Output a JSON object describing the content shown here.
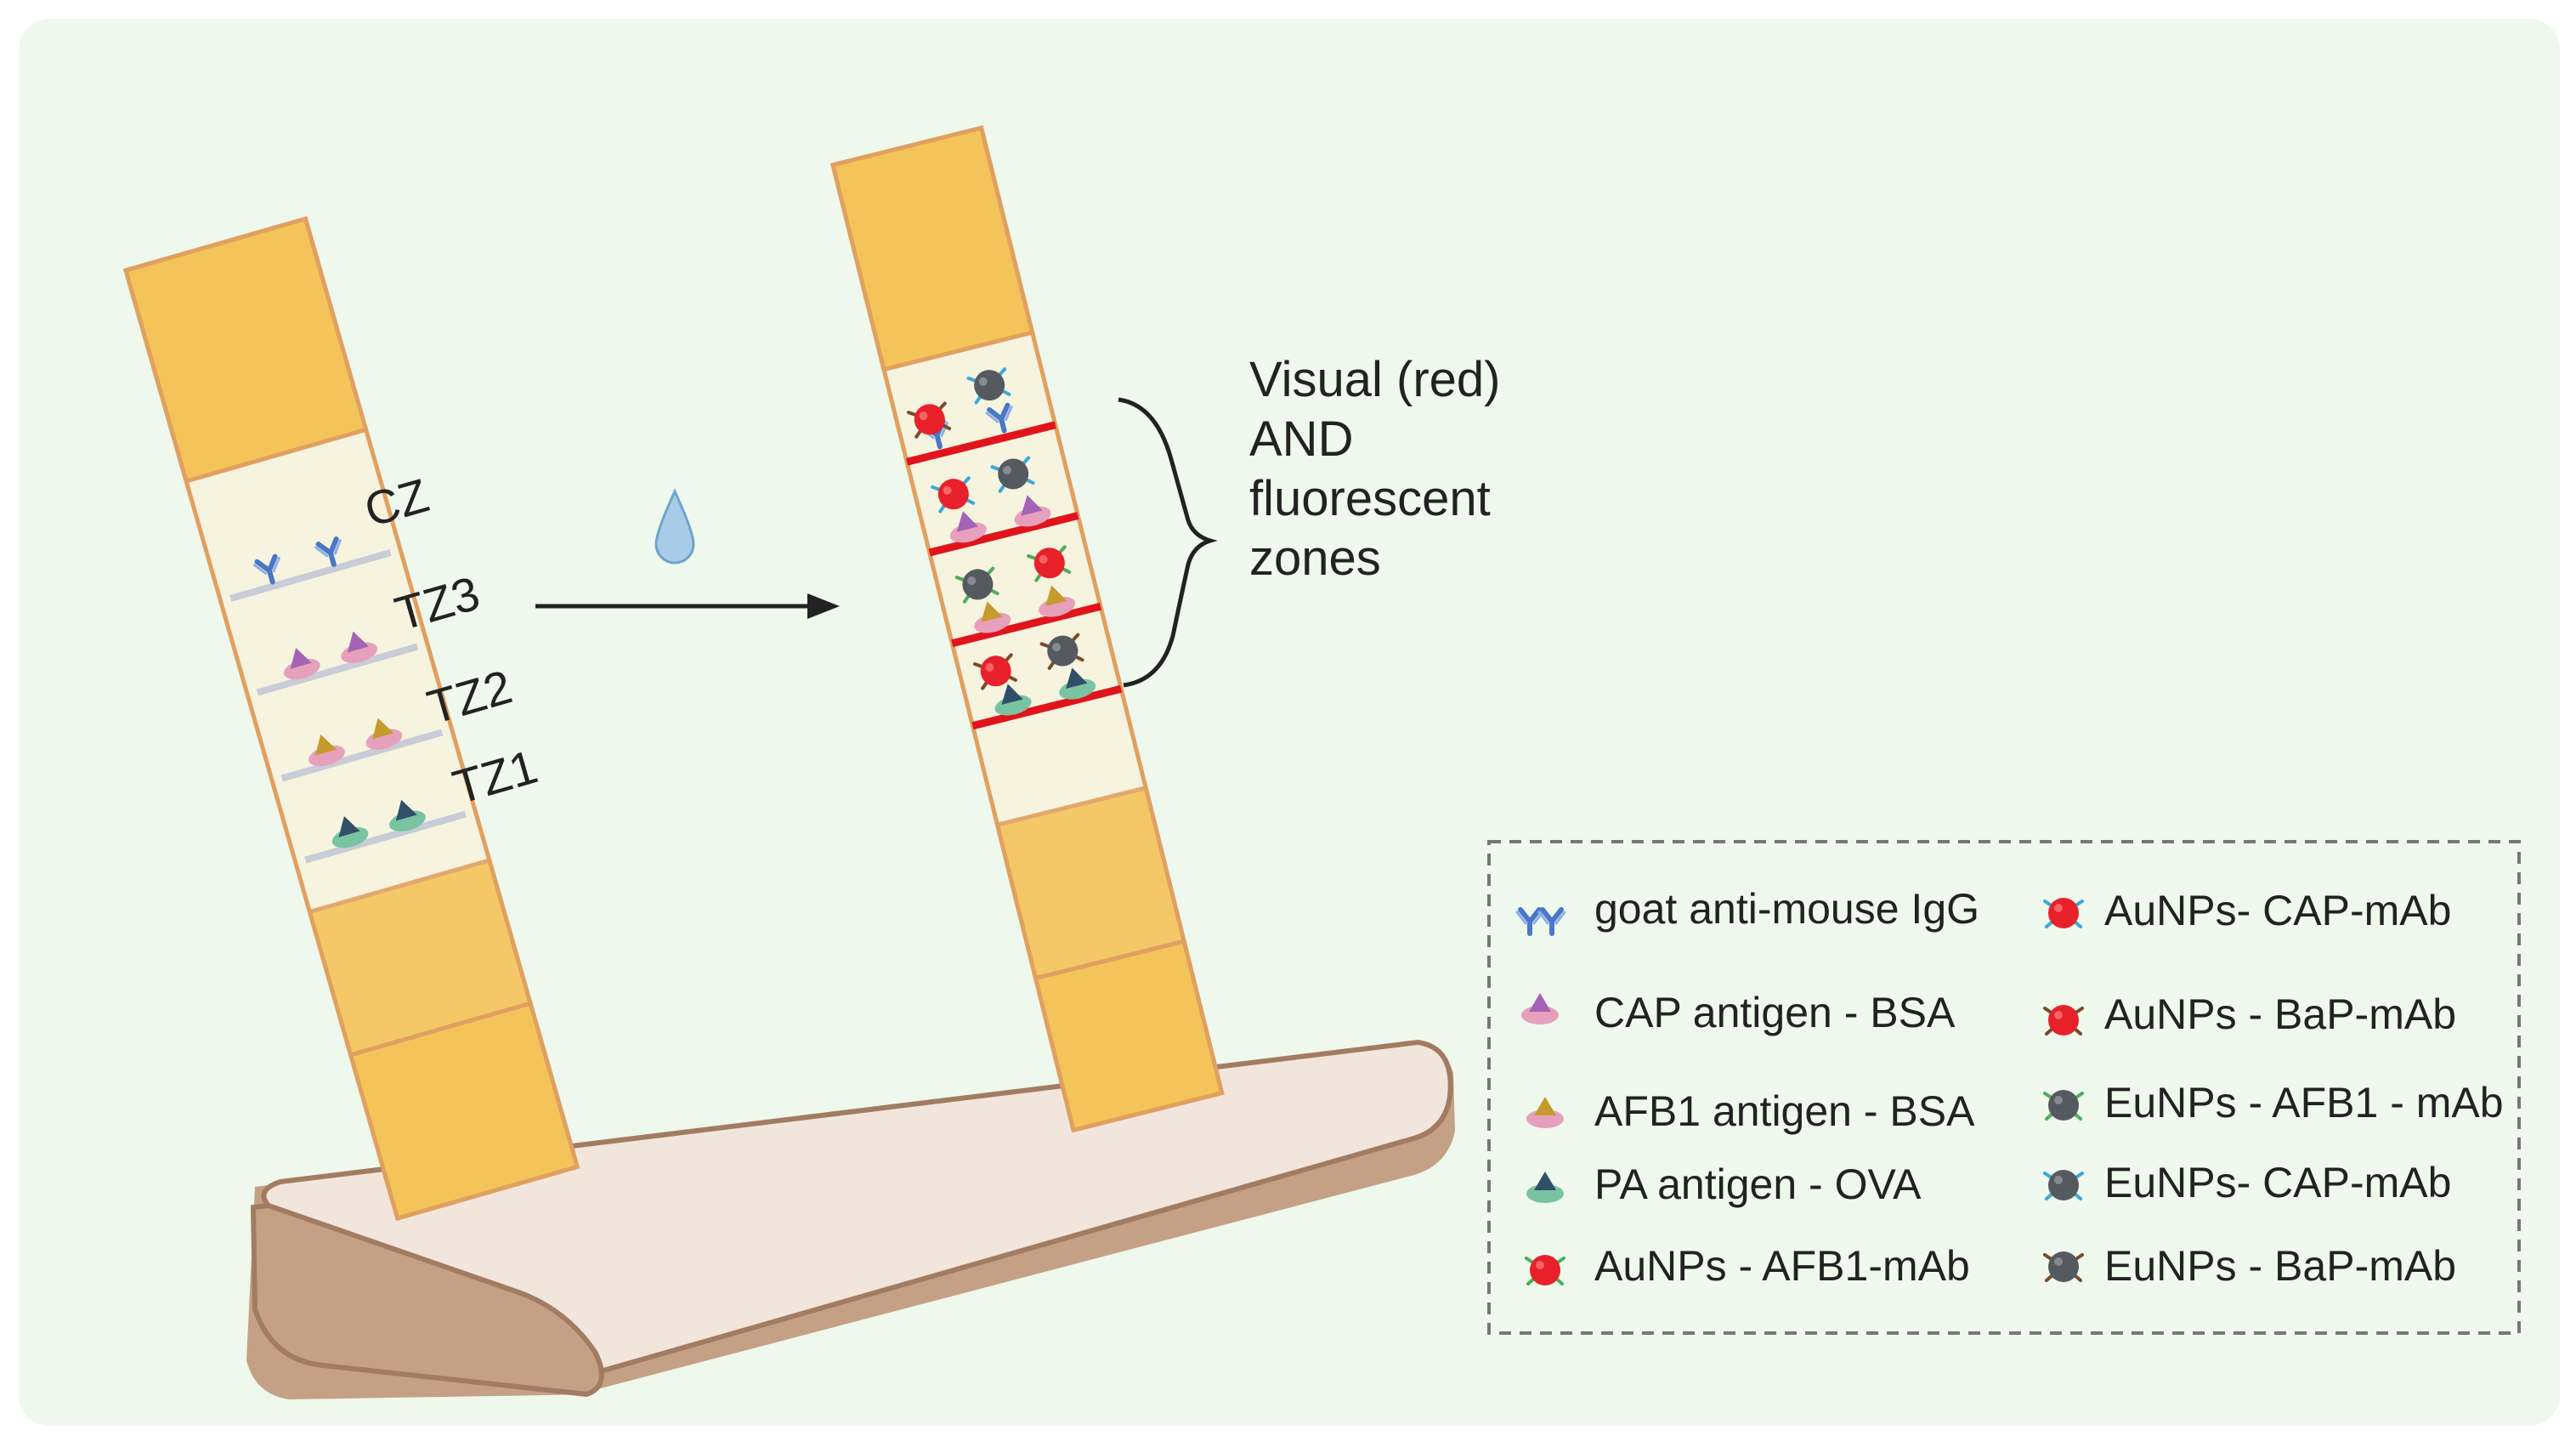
{
  "colors": {
    "panel": "#eef8ec",
    "pad": "#f4c45a",
    "pad_border": "#e0a060",
    "membrane": "#f6f3df",
    "base_top": "#f2e6dc",
    "base_side": "#c4a084",
    "test_line": "#e1141c",
    "au": "#e8202a",
    "eu": "#555a60",
    "igg": "#4a78c6",
    "cap": "#a463b3",
    "afb1": "#c69a2d",
    "pa": "#2f5068",
    "bsa": "#e6a0bc",
    "ova": "#78c4a0"
  },
  "strip_labels": {
    "cz": "CZ",
    "tz3": "TZ3",
    "tz2": "TZ2",
    "tz1": "TZ1"
  },
  "annotation": {
    "line1": "Visual (red)",
    "line2": "AND",
    "line3": "fluorescent",
    "line4": "zones"
  },
  "legend": [
    {
      "icon": "goat-anti-mouse-igg-icon",
      "label": "goat anti-mouse IgG"
    },
    {
      "icon": "aunps-cap-mab-icon",
      "label": "AuNPs- CAP-mAb"
    },
    {
      "icon": "cap-antigen-bsa-icon",
      "label": "CAP antigen - BSA"
    },
    {
      "icon": "aunps-bap-mab-icon",
      "label": "AuNPs - BaP-mAb"
    },
    {
      "icon": "afb1-antigen-bsa-icon",
      "label": "AFB1 antigen - BSA"
    },
    {
      "icon": "eunps-afb1-mab-icon",
      "label": "EuNPs - AFB1 - mAb"
    },
    {
      "icon": "pa-antigen-ova-icon",
      "label": "PA antigen - OVA"
    },
    {
      "icon": "eunps-cap-mab-icon",
      "label": "EuNPs- CAP-mAb"
    },
    {
      "icon": "aunps-afb1-mab-icon",
      "label": "AuNPs - AFB1-mAb"
    },
    {
      "icon": "eunps-bap-mab-icon",
      "label": "EuNPs - BaP-mAb"
    }
  ]
}
